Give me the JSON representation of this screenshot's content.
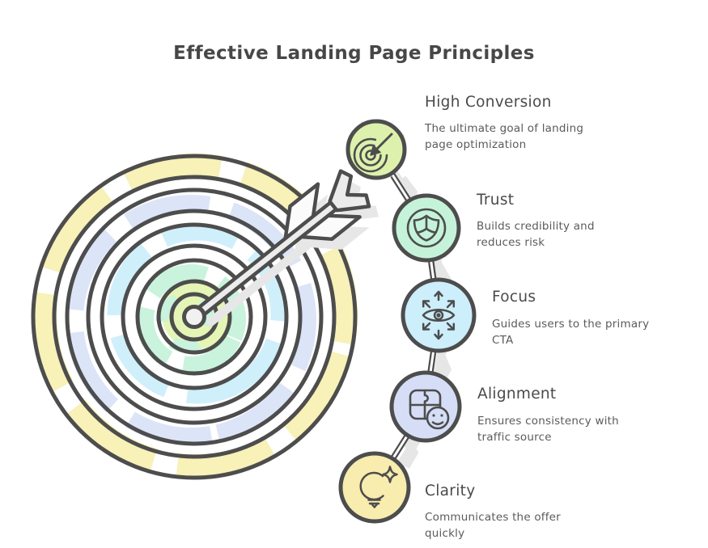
{
  "title": "Effective Landing Page Principles",
  "palette": {
    "outline": "#4d4d4d",
    "heading_text": "#4a4a4a",
    "body_text": "#5b5b5b",
    "arrow_fill": "#ececec",
    "shadow": "#e5e5e5"
  },
  "items": [
    {
      "label": "High Conversion",
      "description": "The ultimate goal of landing page optimization",
      "desc_lines": [
        "The ultimate goal of landing",
        "page optimization"
      ],
      "icon": "target-arrow-icon",
      "accent_color": "#ddf1ac"
    },
    {
      "label": "Trust",
      "description": "Builds credibility and reduces risk",
      "desc_lines": [
        "Builds credibility and",
        "reduces risk"
      ],
      "icon": "shield-icon",
      "accent_color": "#c5f3da"
    },
    {
      "label": "Focus",
      "description": "Guides users to the primary CTA",
      "desc_lines": [
        "Guides users to the primary",
        "CTA"
      ],
      "icon": "eye-focus-icon",
      "accent_color": "#cdeefb"
    },
    {
      "label": "Alignment",
      "description": "Ensures consistency with traffic source",
      "desc_lines": [
        "Ensures consistency with",
        "traffic source"
      ],
      "icon": "puzzle-smiley-icon",
      "accent_color": "#d6def7"
    },
    {
      "label": "Clarity",
      "description": "Communicates the offer quickly",
      "desc_lines": [
        "Communicates the offer",
        "quickly"
      ],
      "icon": "lightbulb-sparkle-icon",
      "accent_color": "#f8ecae"
    }
  ],
  "illustration": {
    "type": "dartboard-target-with-arrow",
    "ring_colors_outer_to_inner": [
      "#f8f1b8",
      "#dce4f8",
      "#cfeffb",
      "#c9f3dc",
      "#e4f5b5"
    ]
  }
}
